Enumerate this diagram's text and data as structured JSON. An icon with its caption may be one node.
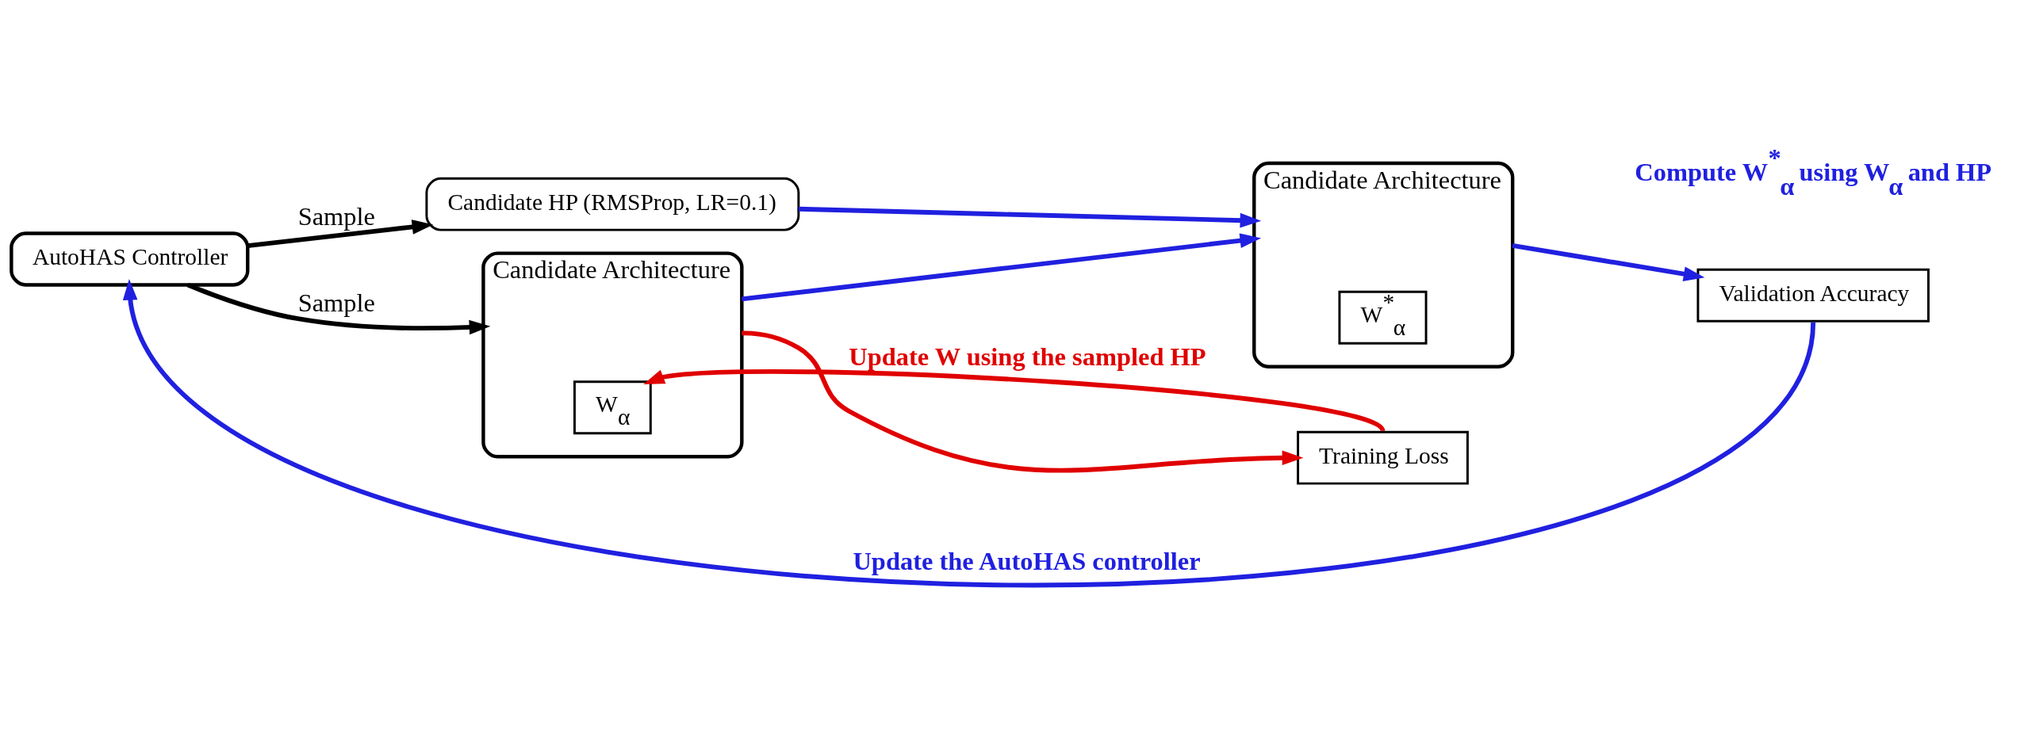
{
  "diagram": {
    "nodes": [
      {
        "text": [
          "AutoHAS Controller"
        ]
      },
      {
        "text": [
          "Candidate Architecture"
        ]
      },
      {
        "text": [
          "W$_{α}$"
        ],
        "in": 1
      },
      {
        "text": [
          "Candidate HP (RMSProp, LR=0.1)"
        ]
      },
      {
        "text": [
          "Candidate Architecture"
        ]
      },
      {
        "text": [
          "W$^{*}$$_{α}$"
        ],
        "in": 4
      },
      {
        "text": [
          "Training Loss"
        ]
      },
      {
        "text": [
          "Validation Accuracy"
        ]
      }
    ],
    "edges": [
      {
        "from": 0,
        "to": 1,
        "arrow": "to",
        "label": "Sample",
        "color": "#000000"
      },
      {
        "from": 0,
        "to": 3,
        "arrow": "to",
        "label": "Sample",
        "color": "#000000"
      },
      {
        "from": 6,
        "to": 2,
        "arrow": "to",
        "label": "Update W using the sampled HP",
        "color": "#e00000"
      },
      {
        "from": 1,
        "to": 6,
        "arrow": "to",
        "color": "#e00000"
      },
      {
        "from": 1,
        "to": 4,
        "arrow": "to",
        "color": "#2020e0"
      },
      {
        "from": 3,
        "to": 4,
        "arrow": "to",
        "color": "#2020e0"
      },
      {
        "from": 4,
        "to": 7,
        "arrow": "to",
        "color": "#2020e0"
      },
      {
        "from": 7,
        "to": 0,
        "arrow": "to",
        "label": "Update the AutoHAS controller",
        "color": "#2020e0"
      }
    ],
    "labels": [
      "Compute W$^{*}$$_{α}$ using W$_{α}$ and HP"
    ]
  }
}
